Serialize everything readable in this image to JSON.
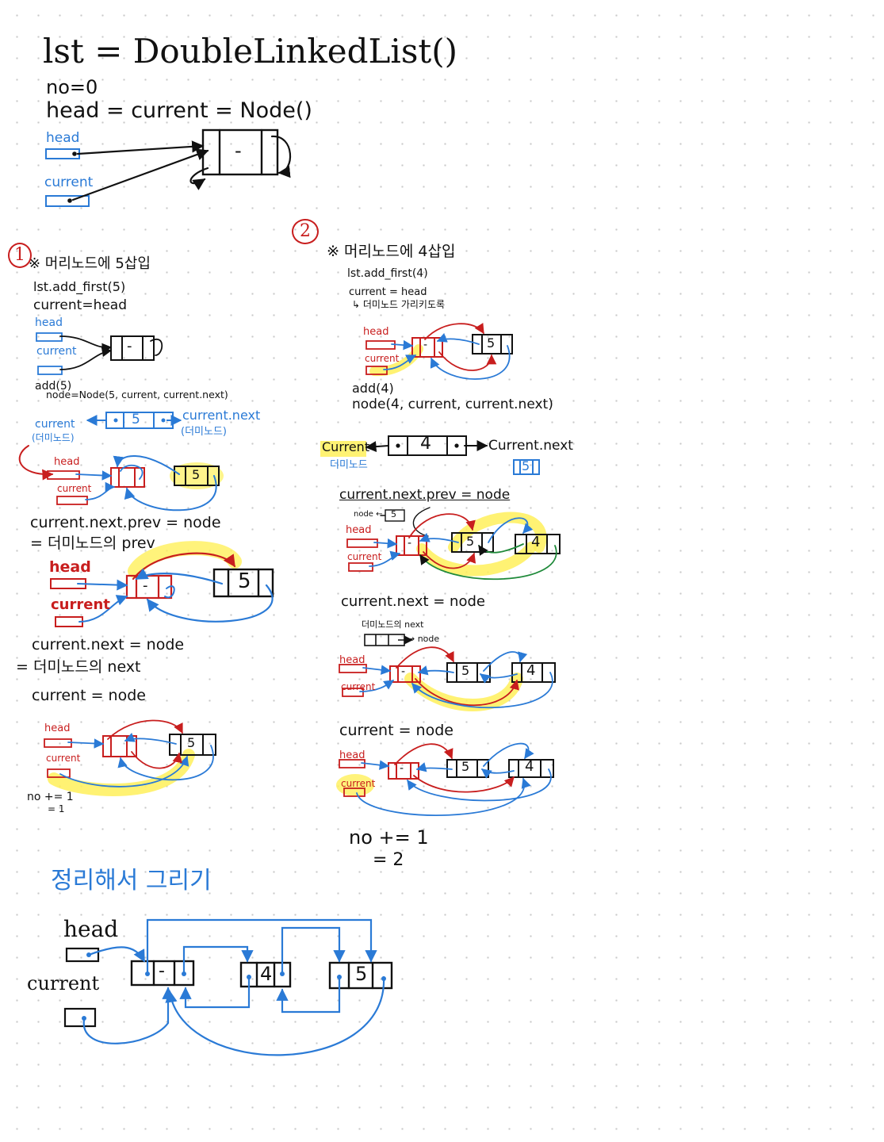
{
  "header": {
    "title": "lst = DoubleLinkedList()",
    "no_init": "no=0",
    "head_init": "head = current = Node()",
    "head_label": "head",
    "current_label": "current",
    "node_dash": "-"
  },
  "step1": {
    "num": "1",
    "title": "※ 머리노드에 5삽입",
    "call": "lst.add_first(5)",
    "assign": "current=head",
    "head_label": "head",
    "current_label": "current",
    "add": "add(5)",
    "node_def": "node=Node(5, current, current.next)",
    "cur_lbl": "current",
    "dummy_lbl": "(더미노드)",
    "next_lbl": "current.next",
    "dummy_lbl2": "(더미노드)",
    "val": "5",
    "dash": "-",
    "prev_stmt": "current.next.prev = node",
    "prev_eq": "= 더미노드의 prev",
    "next_stmt": "current.next = node",
    "next_eq": "= 더미노드의 next",
    "cur_node": "current = node",
    "no_inc": "no += 1",
    "no_eq": "= 1"
  },
  "step2": {
    "num": "2",
    "title": "※ 머리노드에 4삽입",
    "call": "lst.add_first(4)",
    "assign": "current = head",
    "note": "↳ 더미노드 가리키도록",
    "head_label": "head",
    "current_label": "current",
    "add": "add(4)",
    "node_def": "node(4, current, current.next)",
    "cur_lbl": "Current",
    "next_lbl": "Current.next",
    "dummy_lbl": "더미노드",
    "val4": "4",
    "val5": "5",
    "dash": "-",
    "prev_stmt": "current.next.prev = node",
    "node_ref": "node ←",
    "next_stmt": "current.next = node",
    "dummy_next": "더미노드의 next",
    "to_node": "→ node",
    "cur_node": "current = node",
    "no_inc": "no += 1",
    "no_eq": "= 2"
  },
  "summary": {
    "title": "정리해서 그리기",
    "head_label": "head",
    "current_label": "current",
    "dash": "-",
    "val4": "4",
    "val5": "5"
  },
  "colors": {
    "ink": "#111111",
    "blue": "#2a7ad6",
    "red": "#c81e1e",
    "highlight": "#fff05a"
  }
}
